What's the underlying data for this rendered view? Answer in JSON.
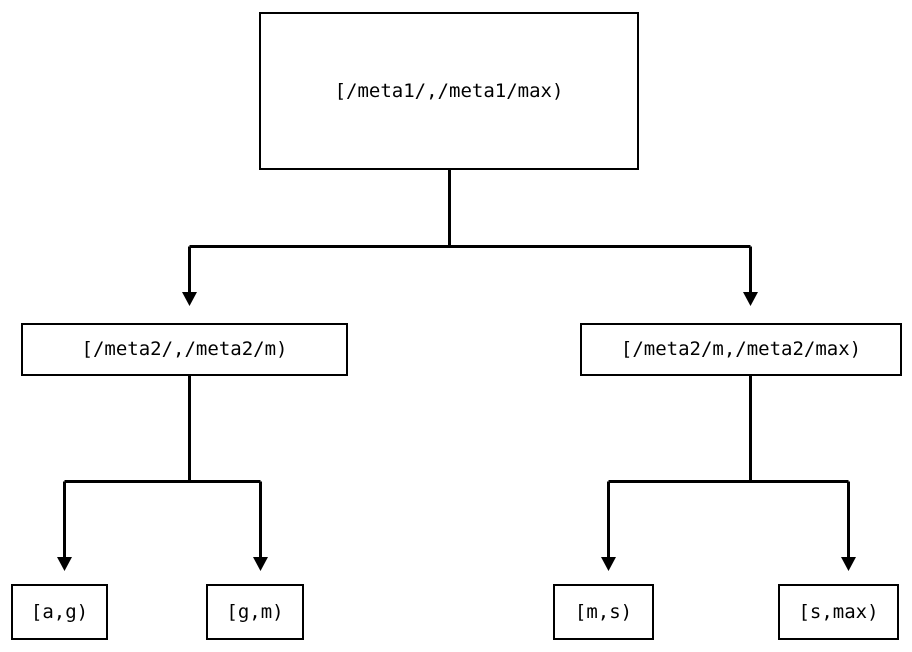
{
  "diagram": {
    "type": "tree",
    "title": "",
    "background_color": "#ffffff",
    "stroke_color": "#000000",
    "text_color": "#000000",
    "nodes": {
      "root": {
        "label": "[/meta1/,/meta1/max)"
      },
      "mid_left": {
        "label": "[/meta2/,/meta2/m)"
      },
      "mid_right": {
        "label": "[/meta2/m,/meta2/max)"
      },
      "leaf_a_g": {
        "label": "[a,g)"
      },
      "leaf_g_m": {
        "label": "[g,m)"
      },
      "leaf_m_s": {
        "label": "[m,s)"
      },
      "leaf_s_max": {
        "label": "[s,max)"
      }
    },
    "edges": [
      {
        "from": "root",
        "to": "mid_left",
        "arrow": "down"
      },
      {
        "from": "root",
        "to": "mid_right",
        "arrow": "down"
      },
      {
        "from": "mid_left",
        "to": "leaf_a_g",
        "arrow": "down"
      },
      {
        "from": "mid_left",
        "to": "leaf_g_m",
        "arrow": "down"
      },
      {
        "from": "mid_right",
        "to": "leaf_m_s",
        "arrow": "down"
      },
      {
        "from": "mid_right",
        "to": "leaf_s_max",
        "arrow": "down"
      }
    ]
  }
}
